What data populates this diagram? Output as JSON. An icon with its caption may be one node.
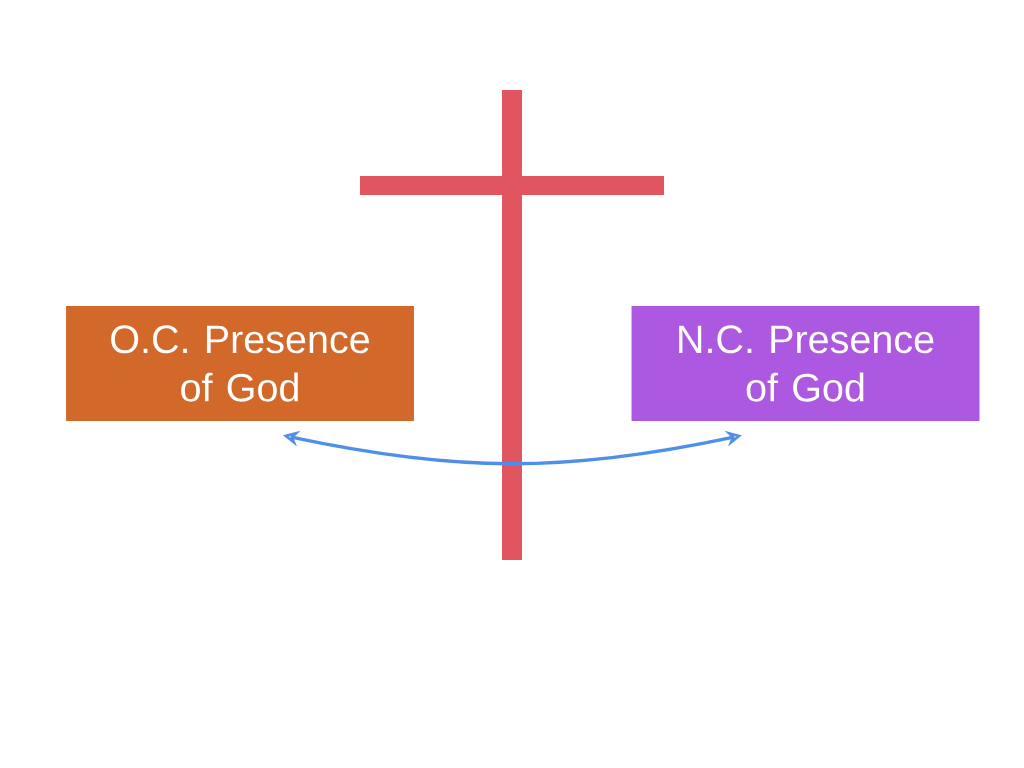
{
  "diagram": {
    "nodes": [
      {
        "text": [
          "O.C. Presence of God"
        ]
      },
      {
        "text": [
          "N.C. Presence of God"
        ]
      }
    ],
    "edges": [
      {
        "from": 0,
        "to": 1,
        "arrow": "both",
        "color": "#4f8fe8"
      }
    ]
  }
}
